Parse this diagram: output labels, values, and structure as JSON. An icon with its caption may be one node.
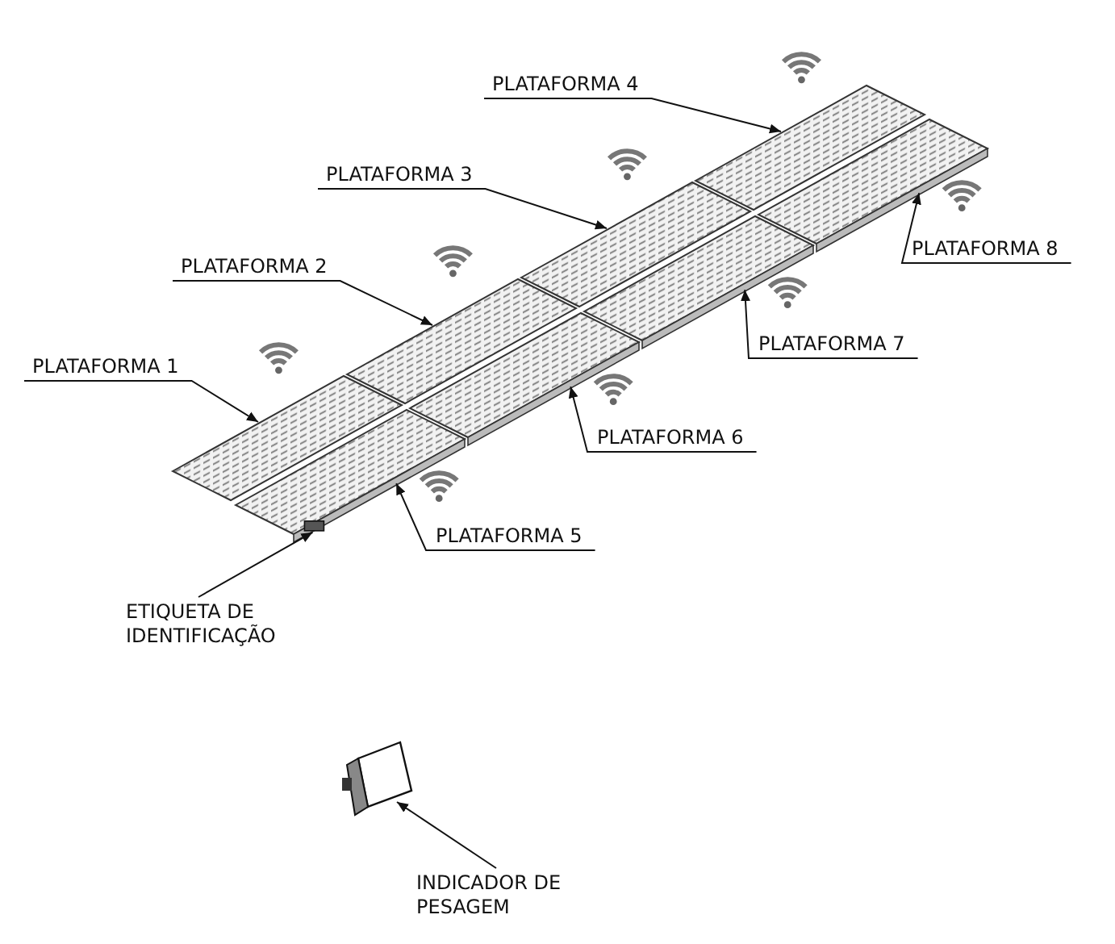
{
  "diagram": {
    "nodes": [
      {
        "text": [
          "PLATAFORMA 1"
        ]
      },
      {
        "text": [
          "PLATAFORMA 2"
        ]
      },
      {
        "text": [
          "PLATAFORMA 3"
        ]
      },
      {
        "text": [
          "PLATAFORMA 4"
        ]
      },
      {
        "text": [
          "PLATAFORMA 5"
        ]
      },
      {
        "text": [
          "PLATAFORMA 6"
        ]
      },
      {
        "text": [
          "PLATAFORMA 7"
        ]
      },
      {
        "text": [
          "PLATAFORMA 8"
        ]
      },
      {
        "text": [
          "ETIQUETA DE IDENTIFICAÇÃO"
        ]
      },
      {
        "text": [
          "INDICADOR DE PESAGEM"
        ]
      },
      {
        "text": [],
        "shape": "box"
      },
      {
        "text": [],
        "shape": "box"
      },
      {
        "text": [],
        "shape": "box"
      },
      {
        "text": [],
        "shape": "box"
      },
      {
        "text": [],
        "shape": "box"
      },
      {
        "text": [],
        "shape": "box"
      },
      {
        "text": [],
        "shape": "box"
      },
      {
        "text": [],
        "shape": "box"
      },
      {
        "text": [],
        "shape": "box",
        "in": 14
      },
      {
        "text": [],
        "shape": "box"
      }
    ],
    "edges": [
      {
        "from": 0,
        "to": 10,
        "arrow": "to"
      },
      {
        "from": 1,
        "to": 11,
        "arrow": "to"
      },
      {
        "from": 2,
        "to": 12,
        "arrow": "to"
      },
      {
        "from": 3,
        "to": 13,
        "arrow": "to"
      },
      {
        "from": 4,
        "to": 14,
        "arrow": "to"
      },
      {
        "from": 5,
        "to": 15,
        "arrow": "to"
      },
      {
        "from": 6,
        "to": 16,
        "arrow": "to"
      },
      {
        "from": 7,
        "to": 17,
        "arrow": "to"
      },
      {
        "from": 8,
        "to": 18,
        "arrow": "to"
      },
      {
        "from": 9,
        "to": 19,
        "arrow": "to"
      }
    ]
  }
}
